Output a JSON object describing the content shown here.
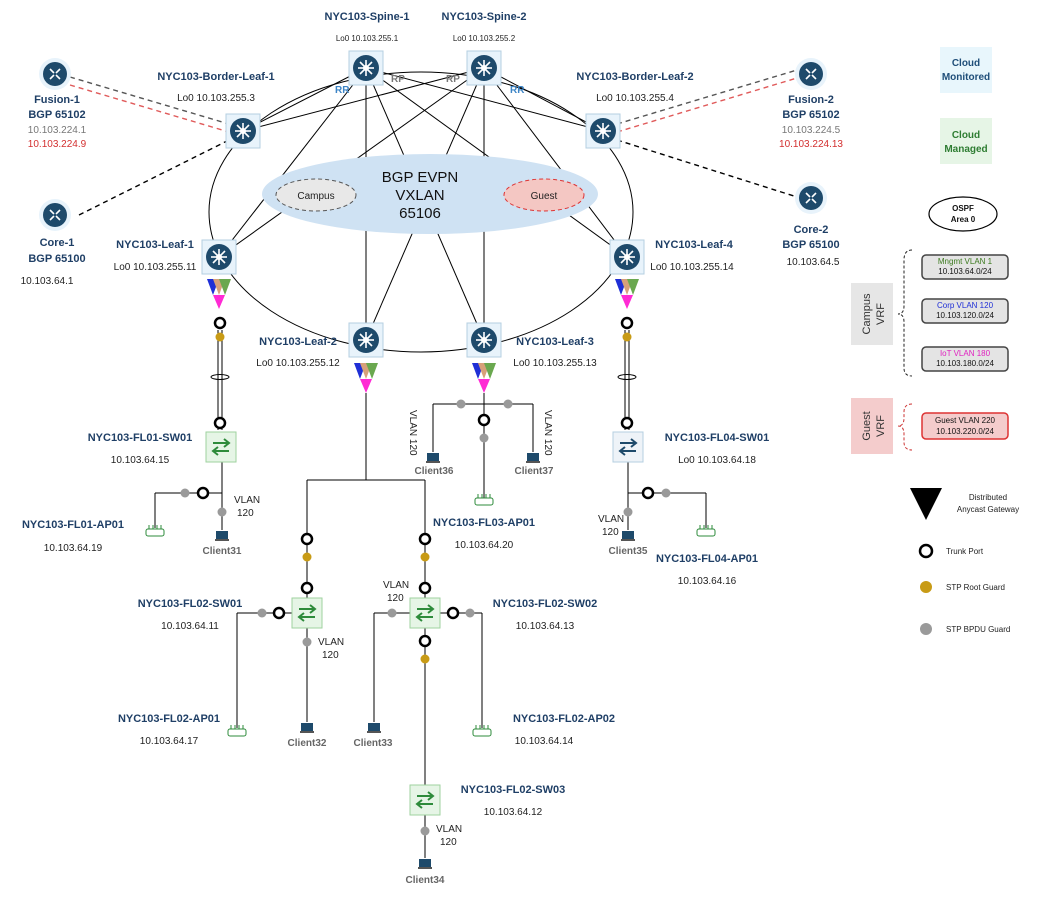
{
  "colors": {
    "device_navy": "#1e4a6b",
    "device_box": "#e8f3fb",
    "access_green": "#2e8b3b",
    "access_box": "#e6f5e6",
    "evpn_blue": "#cfe2f3",
    "root_guard": "#c89b16",
    "bpdu_guard": "#9a9a9a",
    "red_link": "#e05a5a",
    "gw_blue": "#1f2fd6",
    "gw_tan": "#d7a07a",
    "gw_green": "#6aa84f",
    "gw_magenta": "#ff2ad4"
  },
  "core": {
    "spine1": {
      "name": "NYC103-Spine-1",
      "lo": "Lo0 10.103.255.1",
      "badge": "RR",
      "badge2": "RP"
    },
    "spine2": {
      "name": "NYC103-Spine-2",
      "lo": "Lo0 10.103.255.2",
      "badge": "RR",
      "badge2": "RP"
    },
    "border1": {
      "name": "NYC103-Border-Leaf-1",
      "lo": "Lo0 10.103.255.3"
    },
    "border2": {
      "name": "NYC103-Border-Leaf-2",
      "lo": "Lo0 10.103.255.4"
    },
    "leaf1": {
      "name": "NYC103-Leaf-1",
      "lo": "Lo0 10.103.255.11"
    },
    "leaf2": {
      "name": "NYC103-Leaf-2",
      "lo": "Lo0 10.103.255.12"
    },
    "leaf3": {
      "name": "NYC103-Leaf-3",
      "lo": "Lo0 10.103.255.13"
    },
    "leaf4": {
      "name": "NYC103-Leaf-4",
      "lo": "Lo0 10.103.255.14"
    }
  },
  "evpn": {
    "line1": "BGP EVPN",
    "line2": "VXLAN",
    "line3": "65106",
    "campus": "Campus",
    "guest": "Guest"
  },
  "external": {
    "fusion1": {
      "name": "Fusion-1",
      "bgp": "BGP 65102",
      "ip1": "10.103.224.1",
      "ip2": "10.103.224.9"
    },
    "fusion2": {
      "name": "Fusion-2",
      "bgp": "BGP 65102",
      "ip1": "10.103.224.5",
      "ip2": "10.103.224.13"
    },
    "core1": {
      "name": "Core-1",
      "bgp": "BGP 65100",
      "ip": "10.103.64.1"
    },
    "core2": {
      "name": "Core-2",
      "bgp": "BGP 65100",
      "ip": "10.103.64.5"
    }
  },
  "access": {
    "fl01_sw01": {
      "name": "NYC103-FL01-SW01",
      "ip": "10.103.64.15"
    },
    "fl01_ap01": {
      "name": "NYC103-FL01-AP01",
      "ip": "10.103.64.19"
    },
    "fl04_sw01": {
      "name": "NYC103-FL04-SW01",
      "ip": "Lo0 10.103.64.18"
    },
    "fl04_ap01": {
      "name": "NYC103-FL04-AP01",
      "ip": "10.103.64.16"
    },
    "fl03_ap01": {
      "name": "NYC103-FL03-AP01",
      "ip": "10.103.64.20"
    },
    "fl02_sw01": {
      "name": "NYC103-FL02-SW01",
      "ip": "10.103.64.11"
    },
    "fl02_sw02": {
      "name": "NYC103-FL02-SW02",
      "ip": "10.103.64.13"
    },
    "fl02_sw03": {
      "name": "NYC103-FL02-SW03",
      "ip": "10.103.64.12"
    },
    "fl02_ap01": {
      "name": "NYC103-FL02-AP01",
      "ip": "10.103.64.17"
    },
    "fl02_ap02": {
      "name": "NYC103-FL02-AP02",
      "ip": "10.103.64.14"
    }
  },
  "clients": {
    "c31": "Client31",
    "c32": "Client32",
    "c33": "Client33",
    "c34": "Client34",
    "c35": "Client35",
    "c36": "Client36",
    "c37": "Client37"
  },
  "vlan": {
    "label": "VLAN",
    "num": "120"
  },
  "legend": {
    "cloud_monitored_1": "Cloud",
    "cloud_monitored_2": "Monitored",
    "cloud_managed_1": "Cloud",
    "cloud_managed_2": "Managed",
    "ospf_1": "OSPF",
    "ospf_2": "Area 0",
    "campus_vrf_1": "Campus",
    "campus_vrf_2": "VRF",
    "guest_vrf_1": "Guest",
    "guest_vrf_2": "VRF",
    "mgmt_1": "Mngmt VLAN 1",
    "mgmt_2": "10.103.64.0/24",
    "corp_1": "Corp VLAN 120",
    "corp_2": "10.103.120.0/24",
    "iot_1": "IoT VLAN 180",
    "iot_2": "10.103.180.0/24",
    "guestvlan_1": "Guest VLAN 220",
    "guestvlan_2": "10.103.220.0/24",
    "dag_1": "Distributed",
    "dag_2": "Anycast Gateway",
    "trunk": "Trunk Port",
    "root": "STP Root Guard",
    "bpdu": "STP BPDU Guard"
  }
}
